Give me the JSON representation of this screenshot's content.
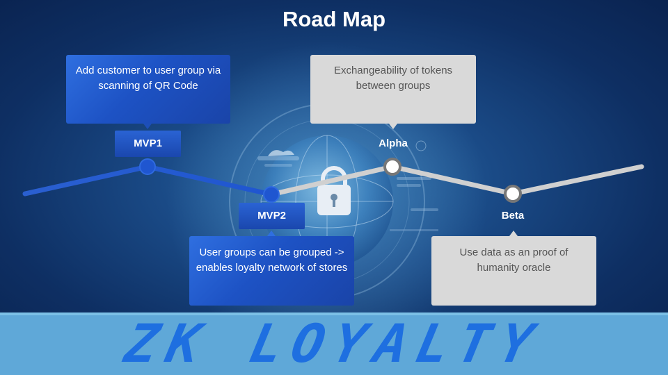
{
  "title": "Road Map",
  "milestones": [
    {
      "label": "MVP1",
      "text": "Add customer to user group via scanning of QR Code"
    },
    {
      "label": "MVP2",
      "text": "User groups can be grouped -> enables loyalty network of stores"
    },
    {
      "label": "Alpha",
      "text": "Exchangeability of tokens between groups"
    },
    {
      "label": "Beta",
      "text": "Use data as an proof of humanity oracle"
    }
  ],
  "footer": {
    "text": "ZK LOYALTY"
  },
  "colors": {
    "done": "#1f56d0",
    "planned": "#d0d0d0",
    "footer_bg": "#5fa8d8",
    "footer_text": "#1e6fe0"
  },
  "icons": {
    "background": "globe-lock-illustration"
  }
}
